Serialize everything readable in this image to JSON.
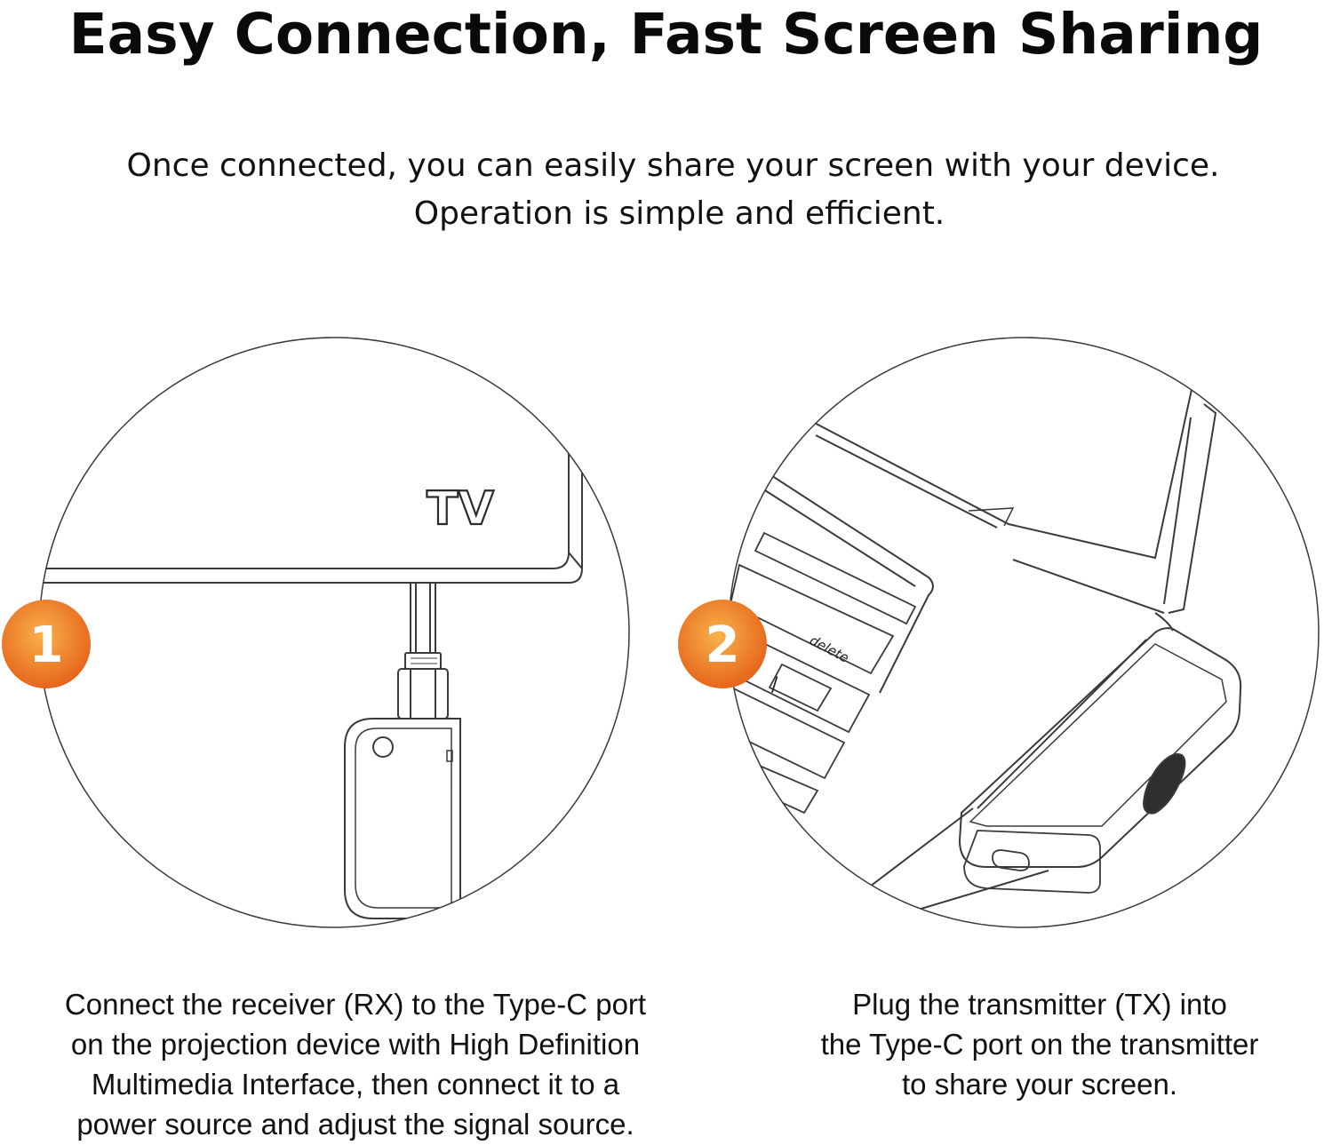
{
  "header": {
    "title": "Easy Connection, Fast Screen Sharing",
    "subtitle_lines": [
      "Once connected, you can easily share your screen with your device.",
      "Operation is simple and efficient."
    ]
  },
  "steps": [
    {
      "number": "1",
      "device_label": "TV",
      "caption_lines": [
        "Connect the receiver (RX) to the Type-C port",
        "on the projection device with High Definition",
        "Multimedia Interface, then connect it to a",
        "power source and adjust the signal source."
      ]
    },
    {
      "number": "2",
      "key_label": "delete",
      "slash_key": "/",
      "caption_lines": [
        "Plug the transmitter (TX) into",
        "the Type-C port on the transmitter",
        "to share your screen."
      ]
    }
  ],
  "colors": {
    "badge_orange_light": "#f7a03a",
    "badge_orange_dark": "#e8661c",
    "line_art": "#3a3a3a",
    "text": "#111111"
  }
}
